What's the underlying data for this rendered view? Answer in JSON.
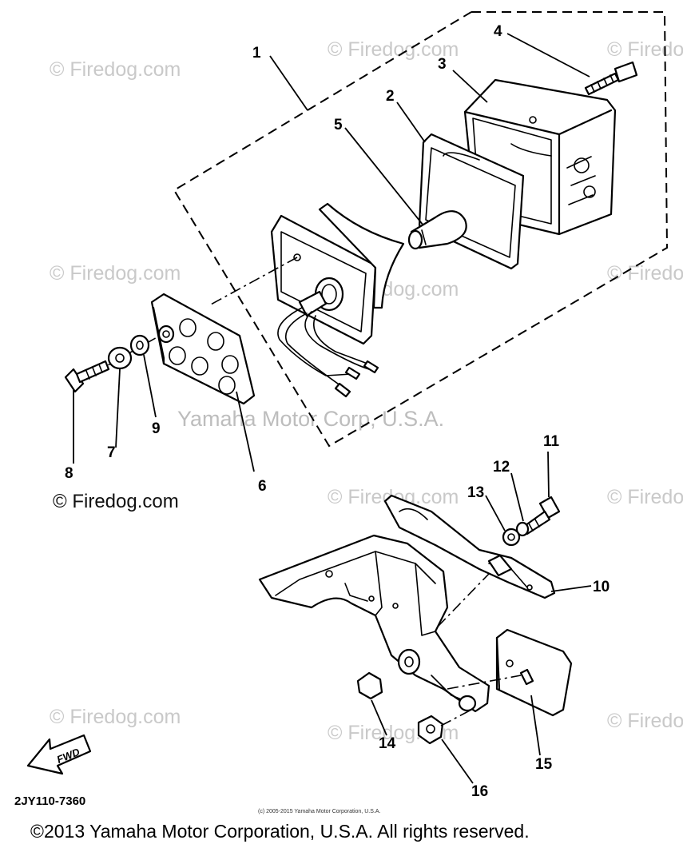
{
  "watermarks": {
    "firedog": "© Firedog.com",
    "firedog_dark": "© Firedog.com",
    "yamaha": "Yamaha Motor Corp, U.S.A."
  },
  "callouts": [
    "1",
    "2",
    "3",
    "4",
    "5",
    "6",
    "7",
    "8",
    "9",
    "10",
    "11",
    "12",
    "13",
    "14",
    "15",
    "16"
  ],
  "fwd_label": "FWD",
  "part_code": "2JY110-7360",
  "small_copyright": "(c) 2005-2015 Yamaha Motor Corporation, U.S.A.",
  "copyright": "©2013 Yamaha Motor Corporation, U.S.A. All rights reserved."
}
